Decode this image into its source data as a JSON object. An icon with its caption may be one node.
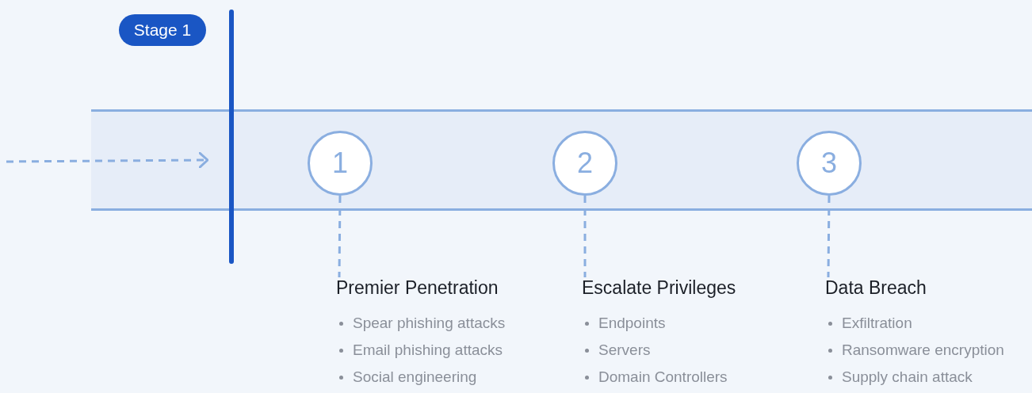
{
  "diagram": {
    "nodes": [
      {
        "text": [
          "Stage 1"
        ]
      },
      {
        "text": [],
        "shape": "bar"
      },
      {
        "text": [
          "1"
        ],
        "in": 1
      },
      {
        "text": [
          "2"
        ],
        "in": 1
      },
      {
        "text": [
          "3"
        ],
        "in": 1
      },
      {
        "text": [
          "Premier Penetration",
          "Spear phishing attacks",
          "Email phishing attacks",
          "Social engineering"
        ]
      },
      {
        "text": [
          "Escalate Privileges",
          "Endpoints",
          "Servers",
          "Domain Controllers"
        ]
      },
      {
        "text": [
          "Data Breach",
          "Exfiltration",
          "Ransomware encryption",
          "Supply chain attack"
        ]
      }
    ],
    "edges": [
      {
        "from": null,
        "to": 1,
        "arrow": "to",
        "style": "dashed"
      },
      {
        "from": 2,
        "to": 5,
        "arrow": "none",
        "style": "dashed"
      },
      {
        "from": 3,
        "to": 6,
        "arrow": "none",
        "style": "dashed"
      },
      {
        "from": 4,
        "to": 7,
        "arrow": "none",
        "style": "dashed"
      }
    ]
  }
}
